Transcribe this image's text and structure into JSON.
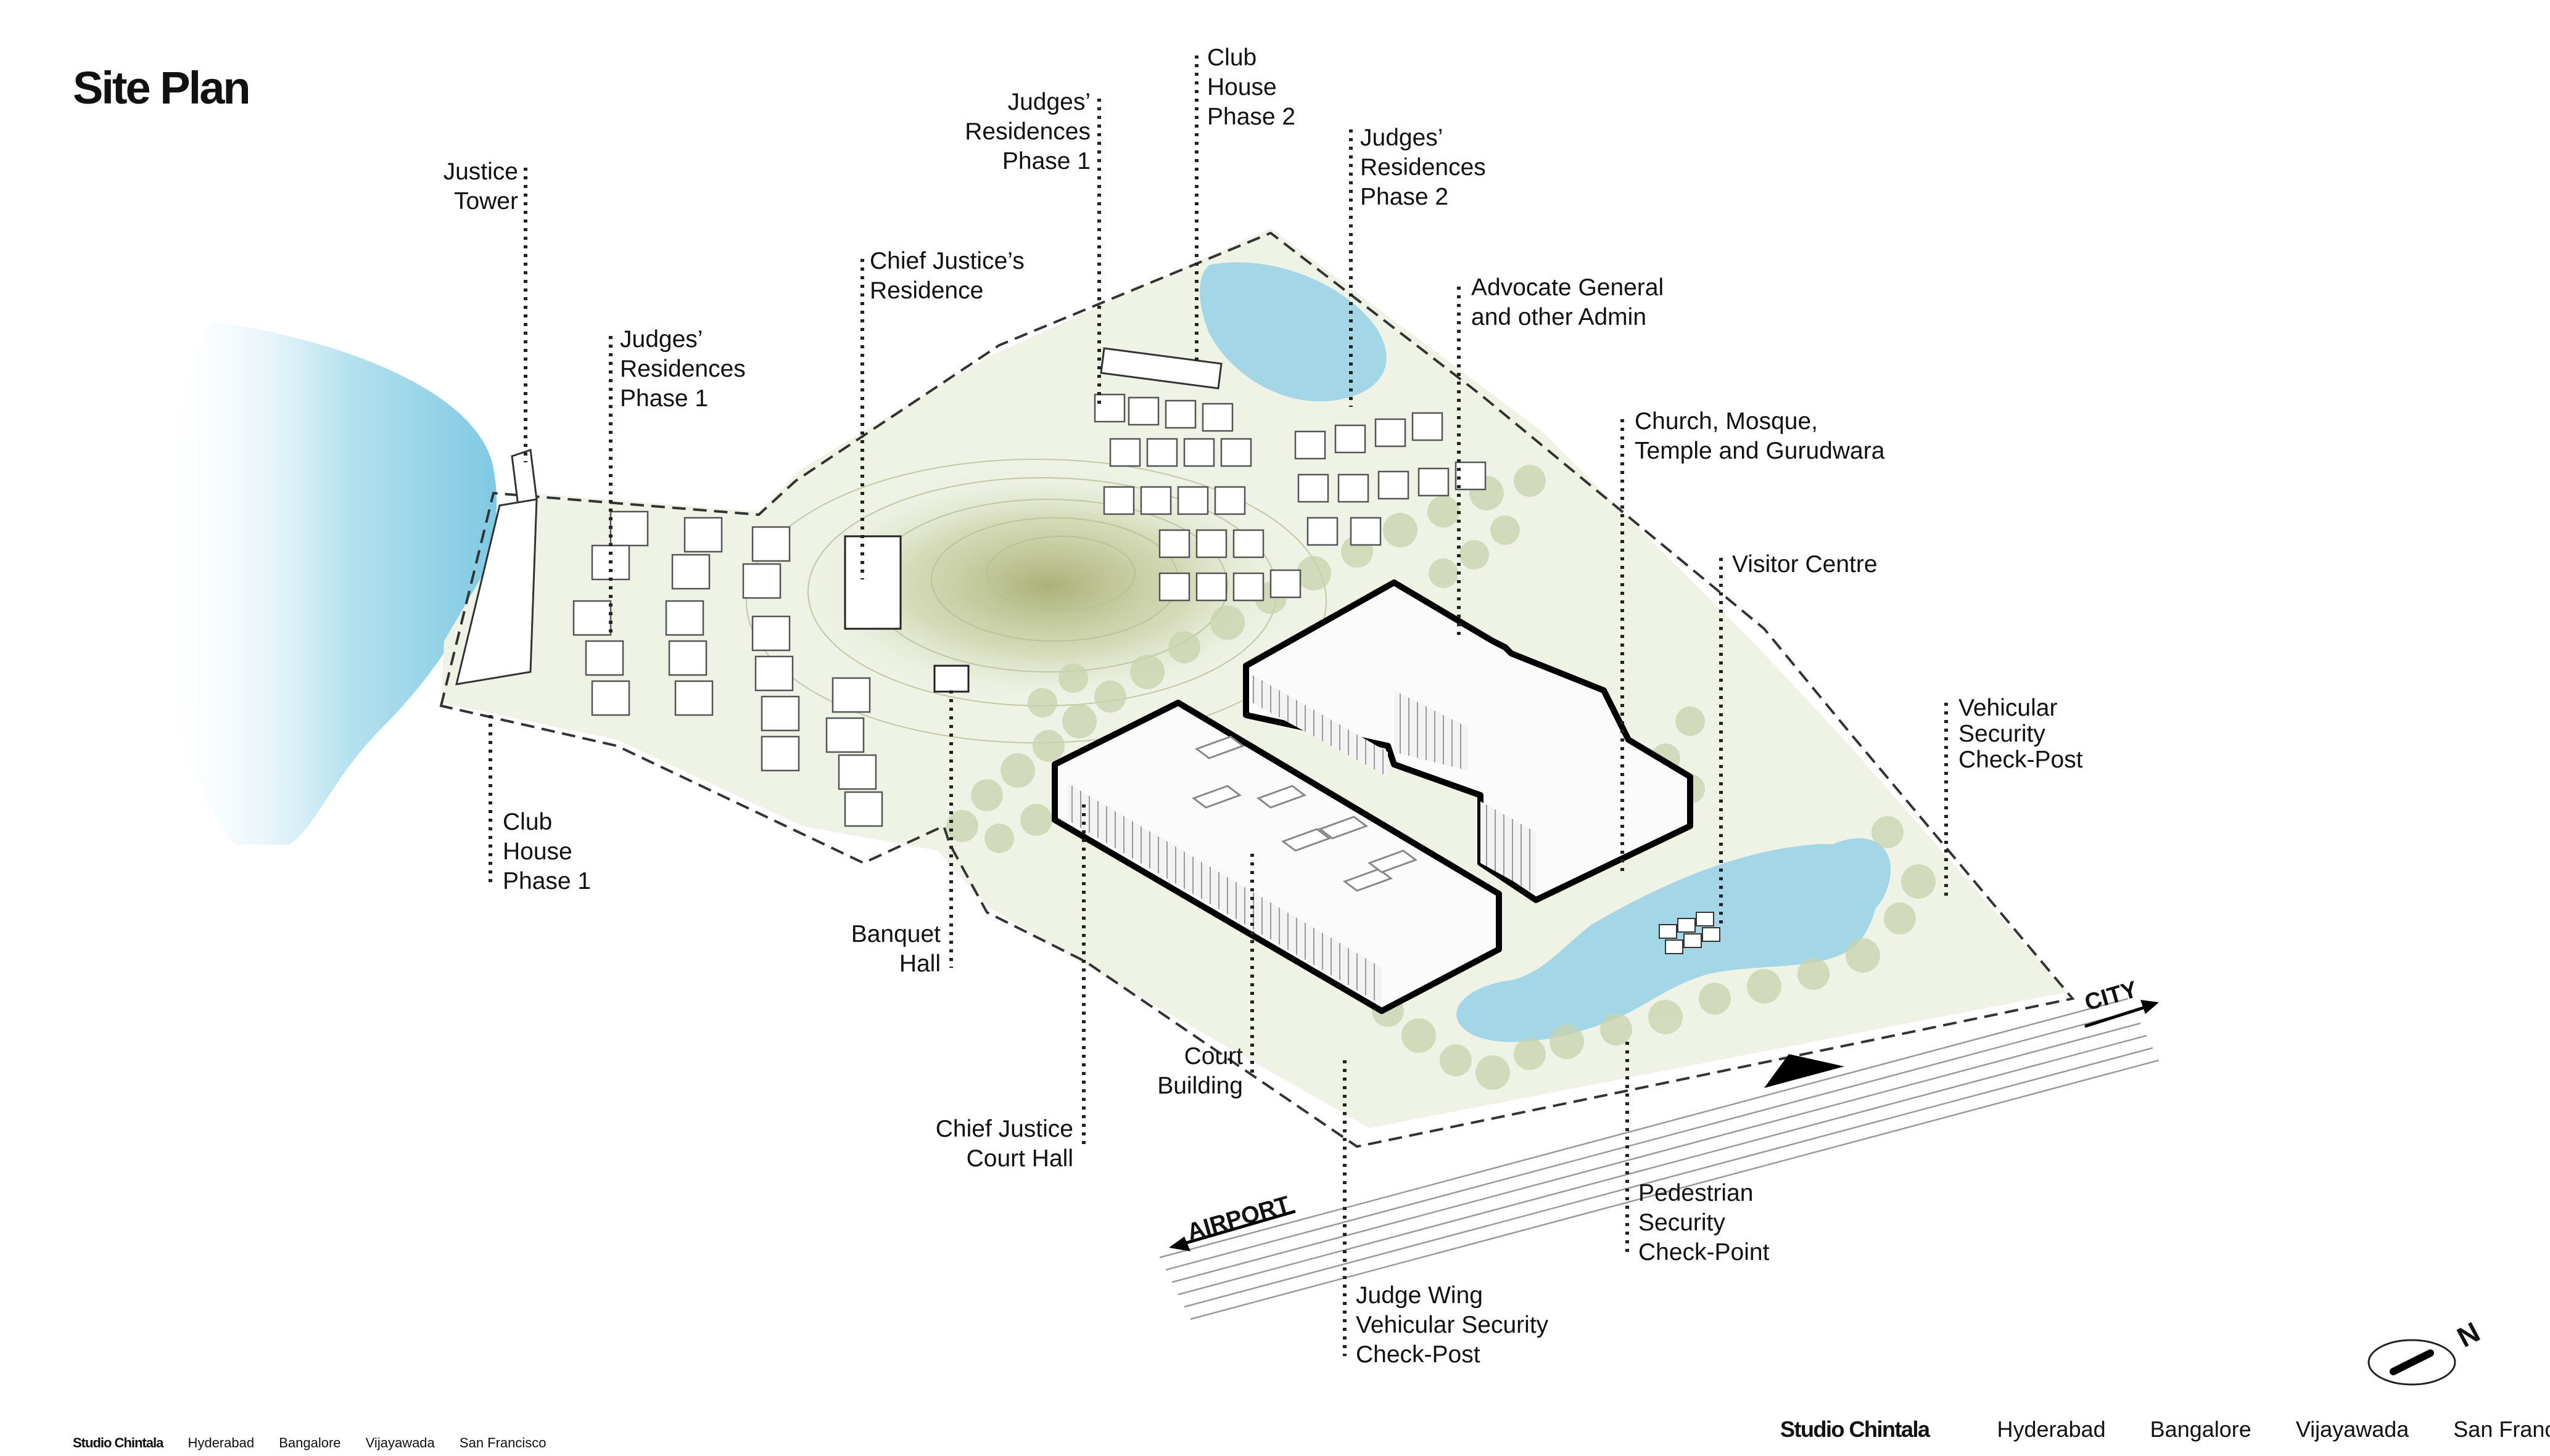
{
  "page": {
    "title": "Site Plan"
  },
  "labels": {
    "justice_tower": "Justice\nTower",
    "judges_res_west": "Judges’\nResidences\nPhase 1",
    "chief_justice_residence": "Chief Justice’s\nResidence",
    "judges_res_north_p1": "Judges’\nResidences\nPhase 1",
    "club_house_p2": "Club\nHouse\nPhase 2",
    "judges_res_north_p2": "Judges’\nResidences\nPhase 2",
    "advocate_general": "Advocate General\nand other Admin",
    "church_mosque": "Church, Mosque,\nTemple and Gurudwara",
    "visitor_centre": "Visitor Centre",
    "vehicular_security": "Vehicular\nSecurity\nCheck-Post",
    "club_house_p1": "Club\nHouse\nPhase 1",
    "banquet_hall": "Banquet\nHall",
    "court_building": "Court\nBuilding",
    "chief_justice_court_hall": "Chief Justice\nCourt Hall",
    "pedestrian_security": "Pedestrian\nSecurity\nCheck-Point",
    "judge_wing_security": "Judge Wing\nVehicular Security\nCheck-Post"
  },
  "roads": {
    "city": "CITY",
    "airport": "AIRPORT"
  },
  "compass": {
    "north": "N"
  },
  "footer": {
    "brand": "Studio Chintala",
    "cities": [
      "Hyderabad",
      "Bangalore",
      "Vijayawada",
      "San Francisco"
    ]
  },
  "colors": {
    "water": "#a3d6e6",
    "landscape": "#eef3e6",
    "trees": "#c8d4ad",
    "hill": "#a4ad70",
    "building_outline": "#000000",
    "leader_line": "#222222"
  }
}
